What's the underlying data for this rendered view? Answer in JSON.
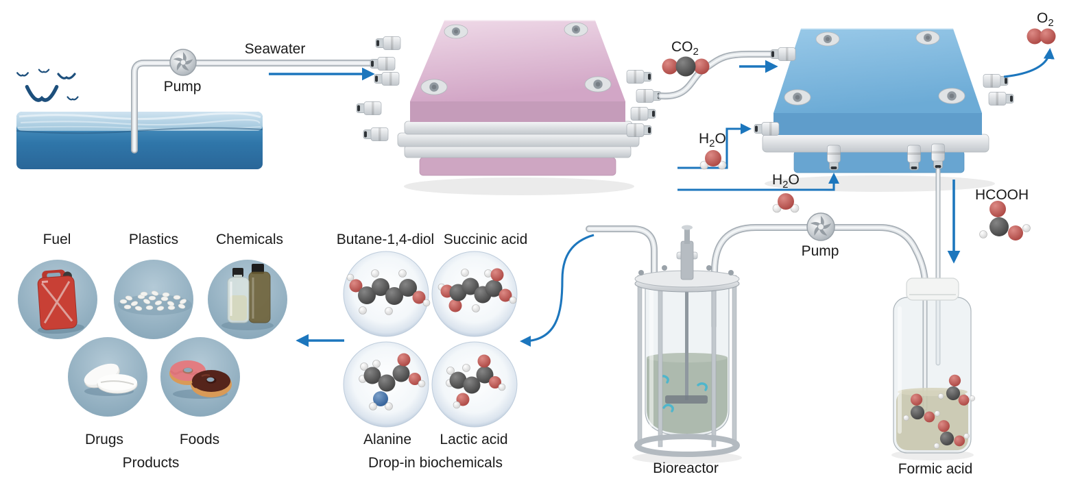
{
  "colors": {
    "accent_blue": "#1c76bd",
    "text_dark": "#1a1a1a",
    "bird_navy": "#1d4f7c",
    "pink_cell": "#dcb4d0",
    "blue_cell": "#7fb8de",
    "ocean_blue": "#3d86b8",
    "carbon_atom": "#4a4a4a",
    "oxygen_atom": "#bf4a47",
    "hydrogen_atom": "#f5f5f5",
    "nitrogen_atom": "#38639b",
    "microbe_teal": "#45b6cf"
  },
  "labels": {
    "seawater": "Seawater",
    "pump1": "Pump",
    "pump2": "Pump",
    "bioreactor": "Bioreactor",
    "formic_acid": "Formic acid"
  },
  "molecules": {
    "co2": {
      "base": "CO",
      "sub": "2"
    },
    "o2": {
      "base": "O",
      "sub": "2"
    },
    "h2o": {
      "pre": "H",
      "sub": "2",
      "post": "O"
    },
    "hcooh": {
      "formula": "HCOOH"
    }
  },
  "biochemicals": {
    "title": "Drop-in biochemicals",
    "items": [
      {
        "label": "Butane-1,4-diol",
        "icon": "butane-1-4-diol-molecule-icon"
      },
      {
        "label": "Succinic acid",
        "icon": "succinic-acid-molecule-icon"
      },
      {
        "label": "Alanine",
        "icon": "alanine-molecule-icon"
      },
      {
        "label": "Lactic acid",
        "icon": "lactic-acid-molecule-icon"
      }
    ]
  },
  "products": {
    "title": "Products",
    "items": [
      {
        "label": "Fuel",
        "icon": "fuel-can-icon"
      },
      {
        "label": "Plastics",
        "icon": "plastic-pellets-icon"
      },
      {
        "label": "Chemicals",
        "icon": "chemical-bottles-icon"
      },
      {
        "label": "Drugs",
        "icon": "pills-icon"
      },
      {
        "label": "Foods",
        "icon": "donuts-icon"
      }
    ]
  }
}
